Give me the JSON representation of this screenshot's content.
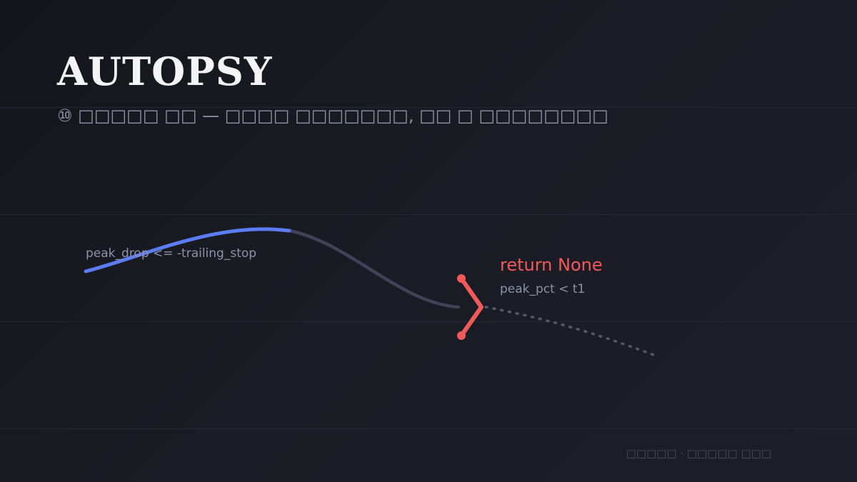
{
  "header": {
    "title": "AUTOPSY",
    "subtitle": "⑩ □□□□□ □□ — □□□□ □□□□□□□, □□ □ □□□□□□□□"
  },
  "diagram": {
    "condition_label": "peak_drop <= -trailing_stop",
    "return_label": "return None",
    "guard_label": "peak_pct < t1",
    "colors": {
      "active_path": "#5b7cf2",
      "inactive_path": "#3f4258",
      "cutoff": "#f25a5a",
      "dotted_path": "#555869"
    }
  },
  "footer": {
    "text": "□□□□□ · □□□□□ □□□"
  }
}
